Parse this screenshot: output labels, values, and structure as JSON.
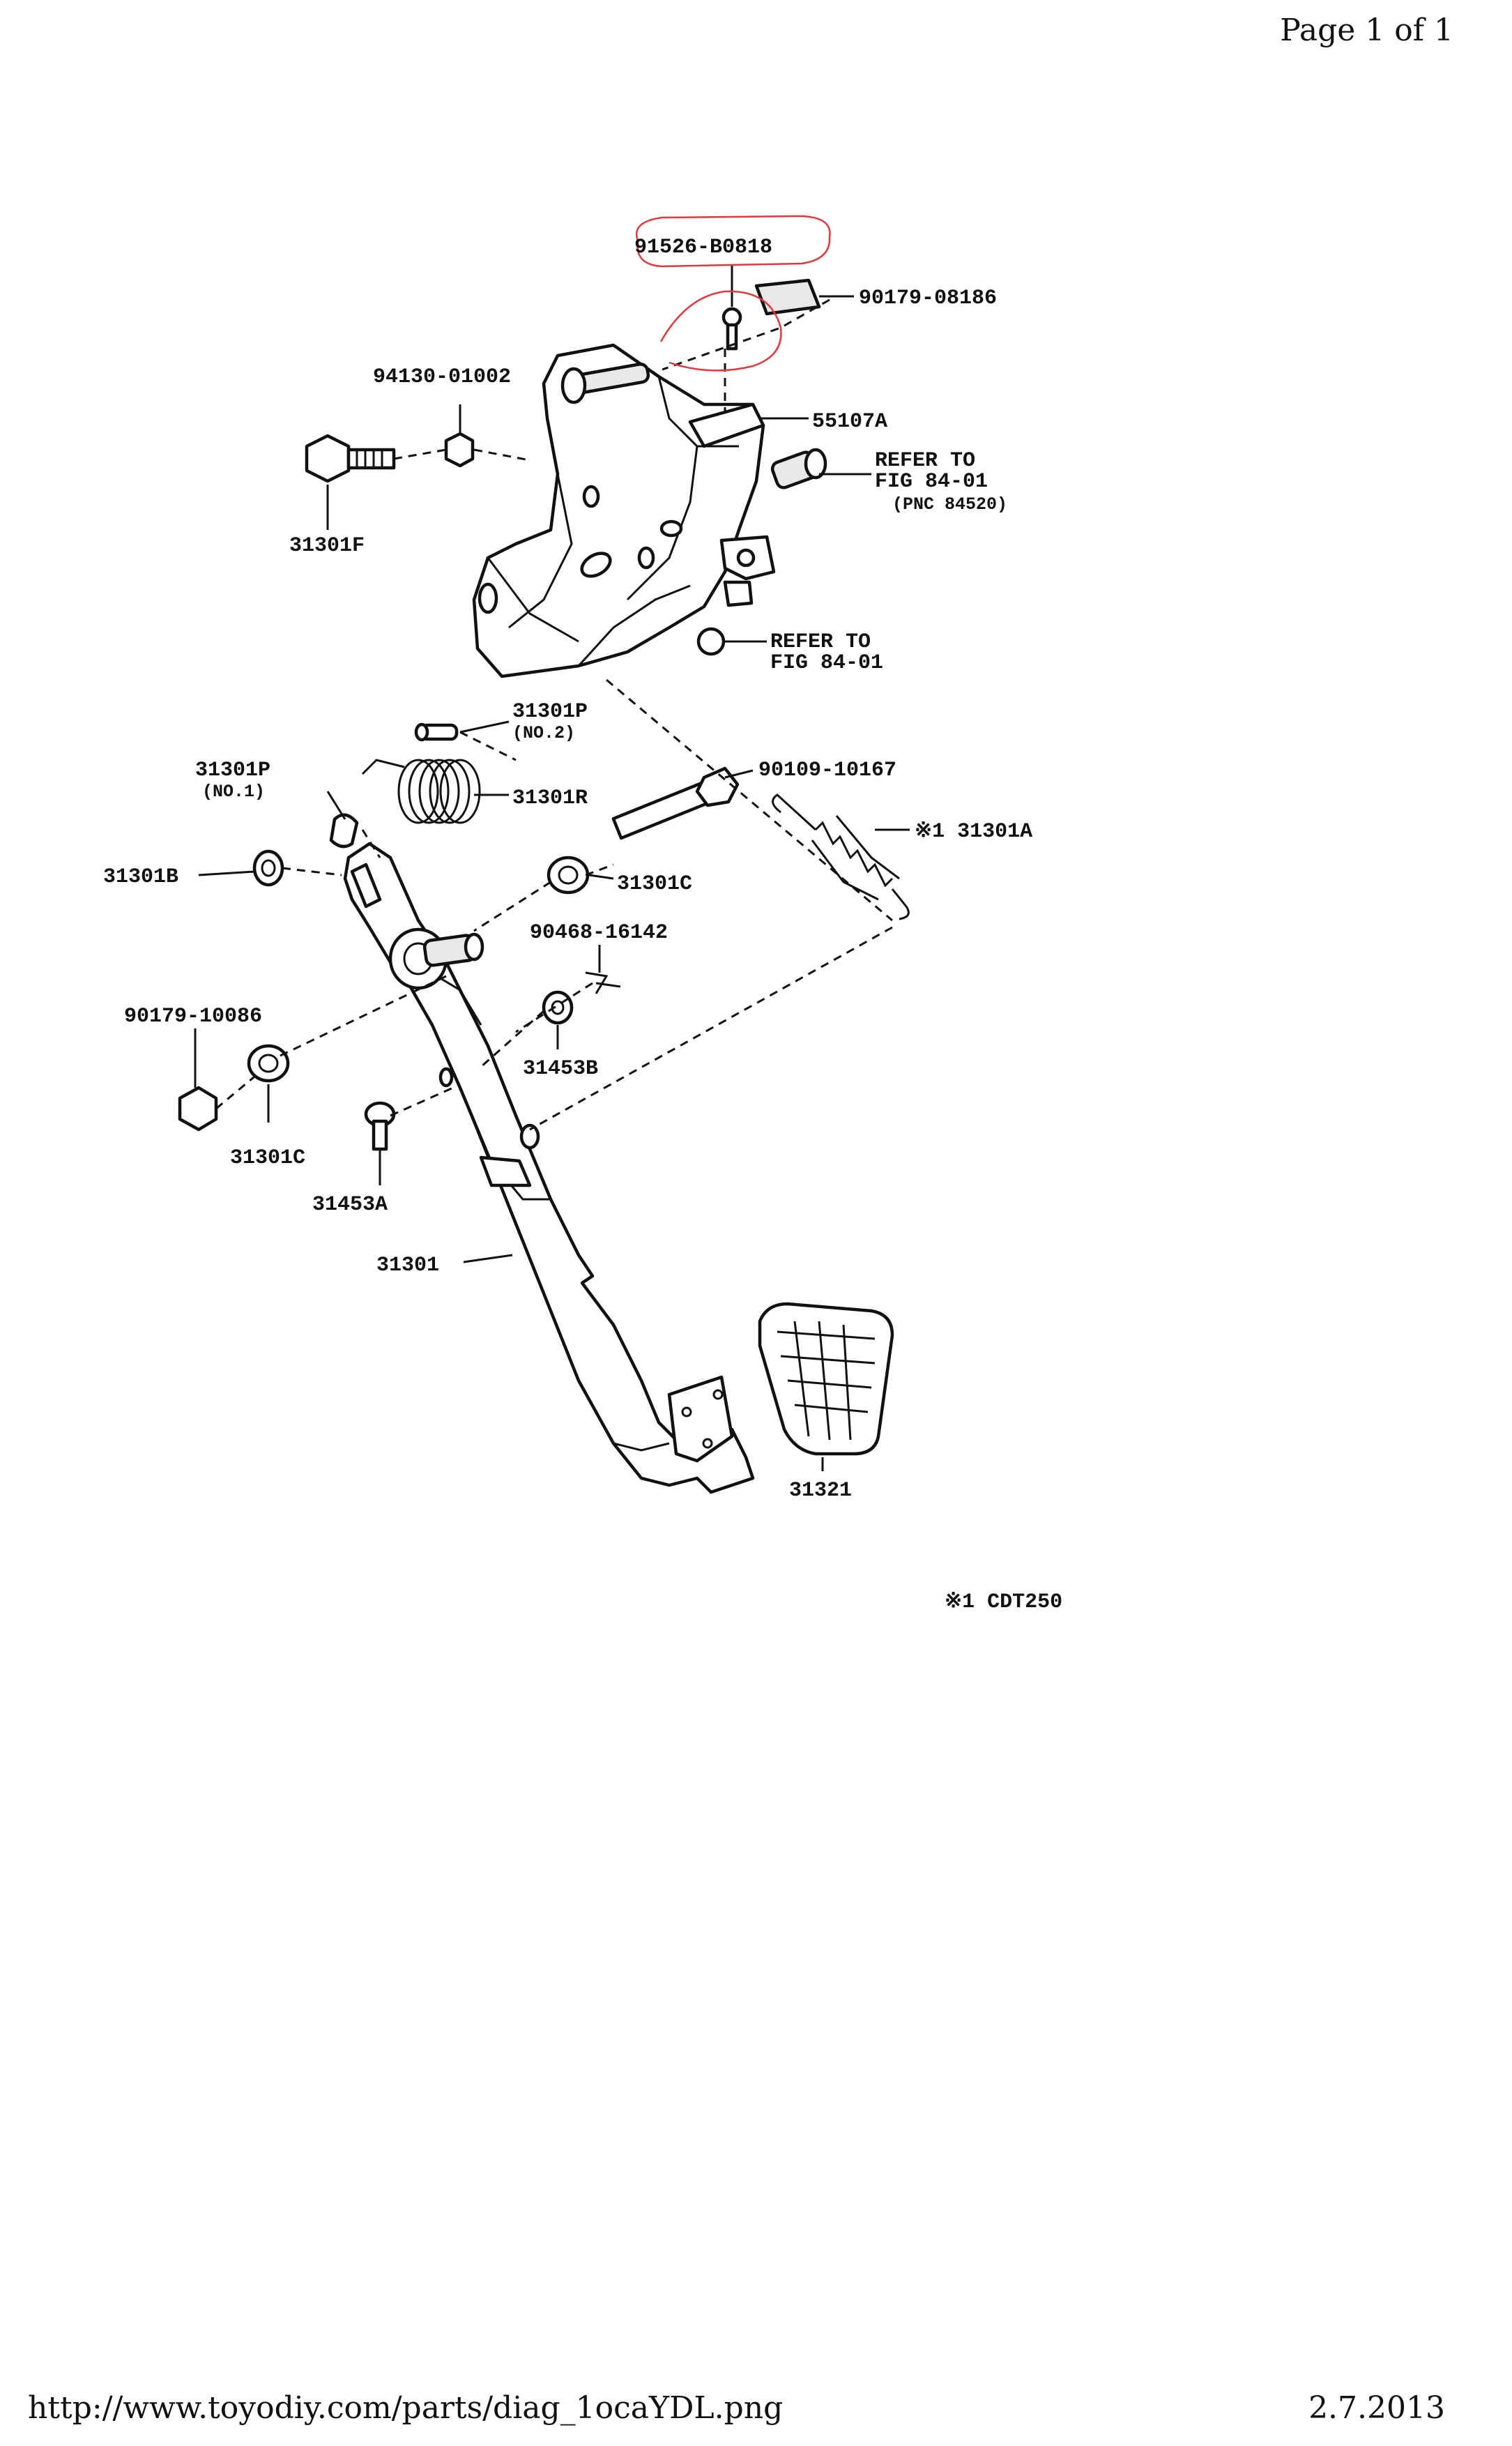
{
  "header": {
    "page_number": "Page 1 of 1"
  },
  "footer": {
    "url": "http://www.toyodiy.com/parts/diag_1ocaYDL.png",
    "date": "2.7.2013"
  },
  "diagram": {
    "labels": {
      "p91526": "91526-B0818",
      "p90179a": "90179-08186",
      "p94130": "94130-01002",
      "p55107a": "55107A",
      "ref1_l1": "REFER TO",
      "ref1_l2": "FIG 84-01",
      "ref1_l3": "(PNC 84520)",
      "p31301f": "31301F",
      "ref2_l1": "REFER TO",
      "ref2_l2": "FIG 84-01",
      "p31301p2": "31301P",
      "p31301p2_sub": "(NO.2)",
      "p90109": "90109-10167",
      "p31301p1": "31301P",
      "p31301p1_sub": "(NO.1)",
      "p31301r": "31301R",
      "p31301a": "※1 31301A",
      "p31301b": "31301B",
      "p31301c1": "31301C",
      "p90468": "90468-16142",
      "p90179b": "90179-10086",
      "p31453b": "31453B",
      "p31301c2": "31301C",
      "p31453a": "31453A",
      "p31301": "31301",
      "p31321": "31321",
      "note": "※1 CDT250"
    },
    "annotation_color": "#e0393e"
  }
}
